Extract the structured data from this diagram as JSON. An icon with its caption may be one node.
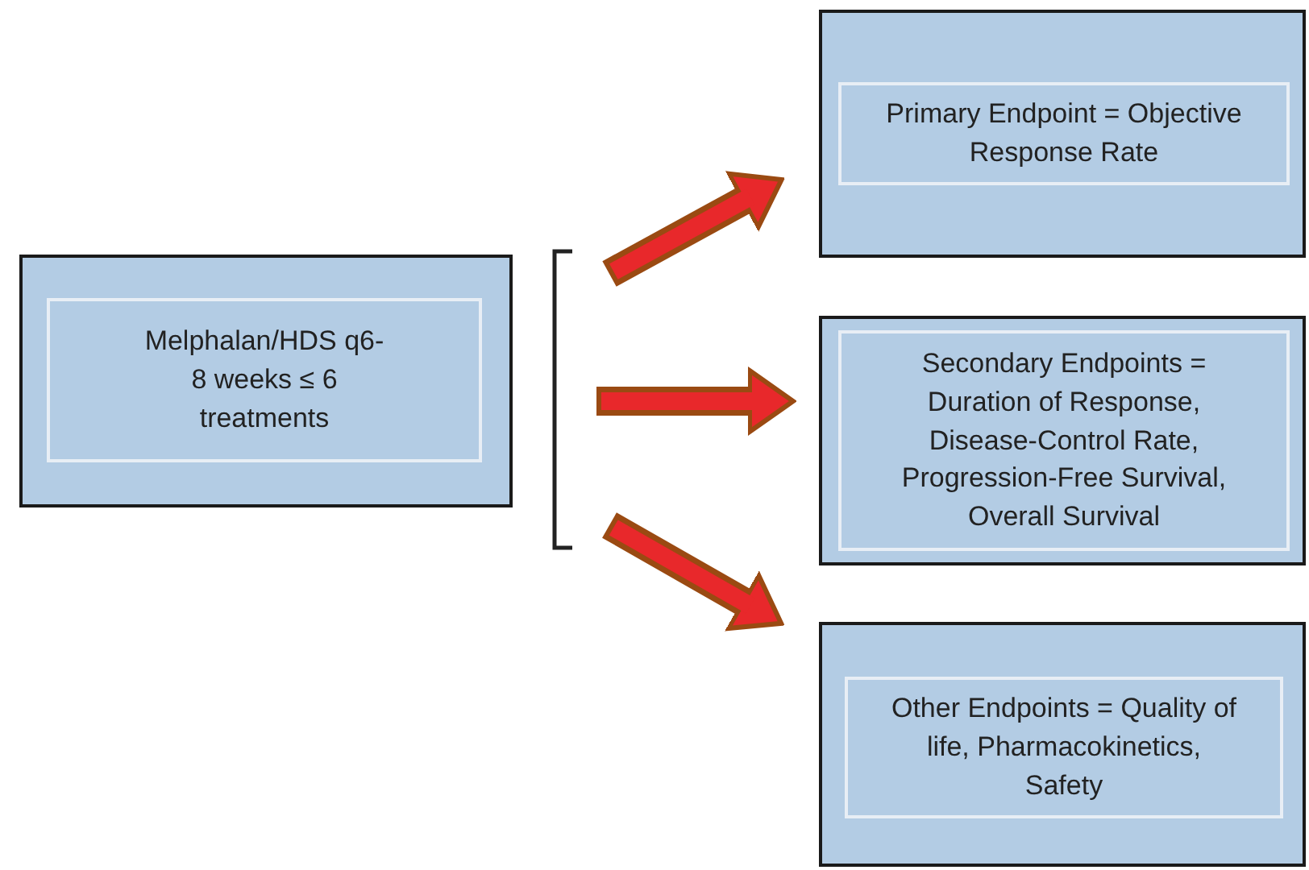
{
  "diagram": {
    "nodes": [
      {
        "text": [
          "Melphalan/HDS q6-8 weeks ≤ 6 treatments"
        ]
      },
      {
        "text": [
          "Primary Endpoint = Objective Response Rate"
        ]
      },
      {
        "text": [
          "Secondary Endpoints = Duration of Response, Disease-Control Rate, Progression-Free Survival, Overall Survival"
        ]
      },
      {
        "text": [
          "Other Endpoints = Quality of life, Pharmacokinetics, Safety"
        ]
      }
    ],
    "edges": [
      {
        "from": null,
        "to": 1,
        "arrow": "to"
      },
      {
        "from": null,
        "to": 2,
        "arrow": "to"
      },
      {
        "from": null,
        "to": 3,
        "arrow": "to"
      }
    ]
  }
}
